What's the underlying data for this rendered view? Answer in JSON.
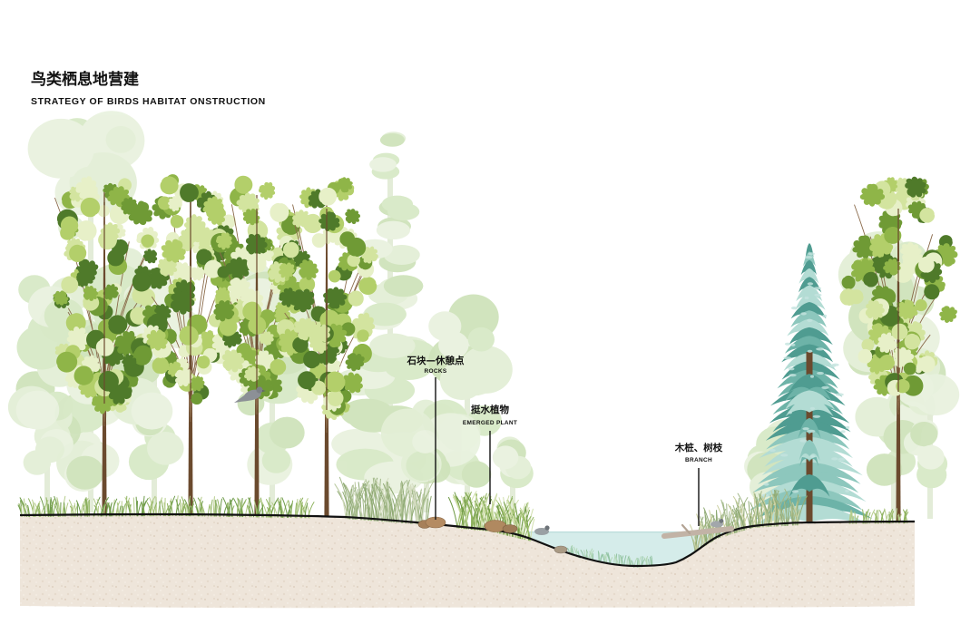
{
  "title": "鸟类栖息地营建",
  "subtitle": "STRATEGY OF BIRDS HABITAT ONSTRUCTION",
  "labels": {
    "rocks": {
      "cn": "石块—休憩点",
      "en": "ROCKS"
    },
    "emerged_plant": {
      "cn": "挺水植物",
      "en": "EMERGED PLANT"
    },
    "branch": {
      "cn": "木桩、树枝",
      "en": "BRANCH"
    }
  },
  "colors": {
    "ground": "#eee5da",
    "water": "#d5ecea",
    "ground_line": "#111111",
    "trunk": "#6b4a2e",
    "branch": "#8a6a4a",
    "foliage": [
      "#4f7a2a",
      "#6f9a35",
      "#8fb548",
      "#b3cf6a",
      "#d3e49f",
      "#e7f0c8"
    ],
    "conifer": [
      "#4f9c91",
      "#6db3a8",
      "#8dc7bd",
      "#b3dcd4"
    ],
    "background_foliage": [
      "#e3efd6",
      "#d8e9c7",
      "#cfe3bb",
      "#e9f2df"
    ],
    "grass": [
      "#6e9b4a",
      "#8fb35f",
      "#b5cc8a",
      "#a3b98a",
      "#c9cf9e"
    ]
  }
}
